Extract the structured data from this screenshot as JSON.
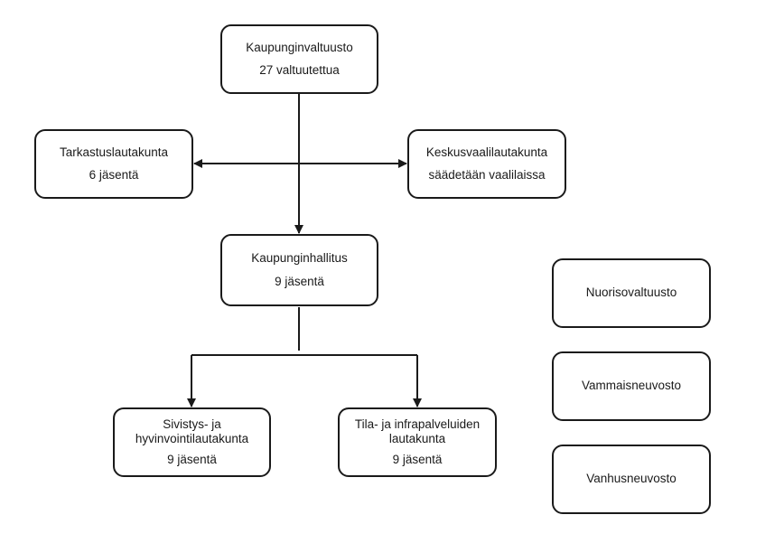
{
  "diagram": {
    "council": {
      "name": "Kaupunginvaltuusto",
      "size": "27 valtuutettua"
    },
    "audit": {
      "name": "Tarkastuslautakunta",
      "size": "6 jäsentä"
    },
    "election": {
      "name": "Keskusvaalilautakunta",
      "size": "säädetään vaalilaissa"
    },
    "board": {
      "name": "Kaupunginhallitus",
      "size": "9 jäsentä"
    },
    "education": {
      "name_line1": "Sivistys- ja",
      "name_line2": "hyvinvointilautakunta",
      "size": "9 jäsentä"
    },
    "infra": {
      "name_line1": "Tila- ja infrapalveluiden",
      "name_line2": "lautakunta",
      "size": "9 jäsentä"
    },
    "youth": {
      "name": "Nuorisovaltuusto"
    },
    "disability": {
      "name": "Vammaisneuvosto"
    },
    "elderly": {
      "name": "Vanhusneuvosto"
    }
  },
  "colors": {
    "line": "#1a1a1a",
    "box_fill": "#ffffff"
  }
}
